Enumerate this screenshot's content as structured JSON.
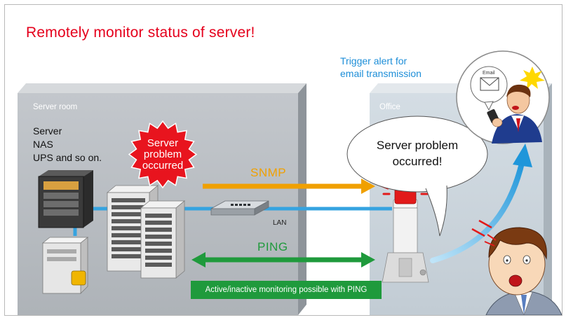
{
  "title": "Remotely monitor status of server!",
  "server_room": {
    "label": "Server room",
    "items": [
      "Server",
      "NAS",
      "UPS and so on."
    ]
  },
  "office": {
    "label": "Office"
  },
  "burst": {
    "lines": [
      "Server",
      "problem",
      "occurred"
    ]
  },
  "snmp_label": "SNMP",
  "lan_label": "LAN",
  "ping_label": "PING",
  "ping_note": "Active/inactive monitoring possible with PING",
  "speech_bubble": {
    "lines": [
      "Server problem",
      "occurred!"
    ]
  },
  "trigger_text": [
    "Trigger alert for",
    "email transmission"
  ],
  "email_label": "Email",
  "colors": {
    "title_red": "#e5001c",
    "snmp_orange": "#f0a000",
    "ping_green": "#1f9a3c",
    "lan_blue": "#35a3e0",
    "trigger_blue": "#1d8ed8",
    "burst_red": "#e8141e"
  }
}
